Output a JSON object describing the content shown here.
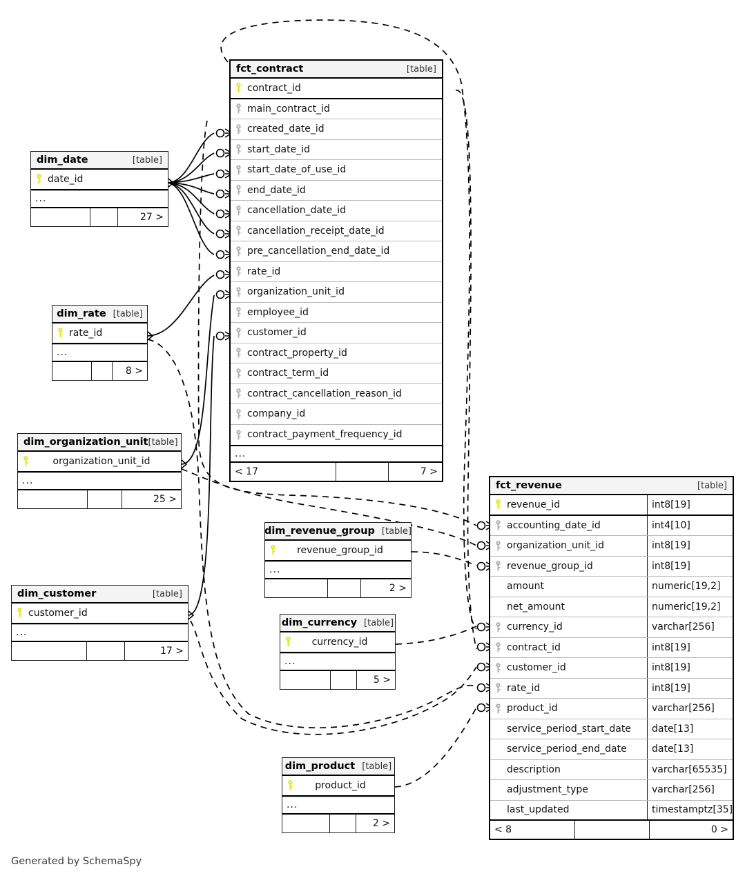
{
  "diagram": {
    "credit": "Generated by SchemaSpy",
    "table_tag": "[table]",
    "ellipsis": "...",
    "colors": {
      "primary_key": "#e8e312",
      "foreign_key": "#b0b0b0",
      "header_background": "#f4f4f4",
      "border": "#000000",
      "page_background": "#ffffff"
    }
  },
  "tables": {
    "fct_contract": {
      "name": "fct_contract",
      "tag": "[table]",
      "columns": [
        {
          "name": "contract_id",
          "key": "primary"
        },
        {
          "name": "main_contract_id",
          "key": "foreign"
        },
        {
          "name": "created_date_id",
          "key": "foreign"
        },
        {
          "name": "start_date_id",
          "key": "foreign"
        },
        {
          "name": "start_date_of_use_id",
          "key": "foreign"
        },
        {
          "name": "end_date_id",
          "key": "foreign"
        },
        {
          "name": "cancellation_date_id",
          "key": "foreign"
        },
        {
          "name": "cancellation_receipt_date_id",
          "key": "foreign"
        },
        {
          "name": "pre_cancellation_end_date_id",
          "key": "foreign"
        },
        {
          "name": "rate_id",
          "key": "foreign"
        },
        {
          "name": "organization_unit_id",
          "key": "foreign"
        },
        {
          "name": "employee_id",
          "key": "foreign"
        },
        {
          "name": "customer_id",
          "key": "foreign"
        },
        {
          "name": "contract_property_id",
          "key": "foreign"
        },
        {
          "name": "contract_term_id",
          "key": "foreign"
        },
        {
          "name": "contract_cancellation_reason_id",
          "key": "foreign"
        },
        {
          "name": "company_id",
          "key": "foreign"
        },
        {
          "name": "contract_payment_frequency_id",
          "key": "foreign"
        }
      ],
      "more": "...",
      "footer": {
        "left": "< 17",
        "middle": "",
        "right": "7 >"
      }
    },
    "fct_revenue": {
      "name": "fct_revenue",
      "tag": "[table]",
      "columns": [
        {
          "name": "revenue_id",
          "type": "int8[19]",
          "key": "primary"
        },
        {
          "name": "accounting_date_id",
          "type": "int4[10]",
          "key": "foreign"
        },
        {
          "name": "organization_unit_id",
          "type": "int8[19]",
          "key": "foreign"
        },
        {
          "name": "revenue_group_id",
          "type": "int8[19]",
          "key": "foreign"
        },
        {
          "name": "amount",
          "type": "numeric[19,2]",
          "key": "none"
        },
        {
          "name": "net_amount",
          "type": "numeric[19,2]",
          "key": "none"
        },
        {
          "name": "currency_id",
          "type": "varchar[256]",
          "key": "foreign"
        },
        {
          "name": "contract_id",
          "type": "int8[19]",
          "key": "foreign"
        },
        {
          "name": "customer_id",
          "type": "int8[19]",
          "key": "foreign"
        },
        {
          "name": "rate_id",
          "type": "int8[19]",
          "key": "foreign"
        },
        {
          "name": "product_id",
          "type": "varchar[256]",
          "key": "foreign"
        },
        {
          "name": "service_period_start_date",
          "type": "date[13]",
          "key": "none"
        },
        {
          "name": "service_period_end_date",
          "type": "date[13]",
          "key": "none"
        },
        {
          "name": "description",
          "type": "varchar[65535]",
          "key": "none"
        },
        {
          "name": "adjustment_type",
          "type": "varchar[256]",
          "key": "none"
        },
        {
          "name": "last_updated",
          "type": "timestamptz[35]",
          "key": "none"
        }
      ],
      "footer": {
        "left": "< 8",
        "middle": "",
        "right": "0 >"
      }
    },
    "dim_date": {
      "name": "dim_date",
      "tag": "[table]",
      "columns": [
        {
          "name": "date_id",
          "key": "primary"
        }
      ],
      "more": "...",
      "footer": {
        "left": "",
        "middle": "",
        "right": "27 >"
      }
    },
    "dim_rate": {
      "name": "dim_rate",
      "tag": "[table]",
      "columns": [
        {
          "name": "rate_id",
          "key": "primary"
        }
      ],
      "more": "...",
      "footer": {
        "left": "",
        "middle": "",
        "right": "8 >"
      }
    },
    "dim_organization_unit": {
      "name": "dim_organization_unit",
      "tag": "[table]",
      "columns": [
        {
          "name": "organization_unit_id",
          "key": "primary"
        }
      ],
      "more": "...",
      "footer": {
        "left": "",
        "middle": "",
        "right": "25 >"
      }
    },
    "dim_customer": {
      "name": "dim_customer",
      "tag": "[table]",
      "columns": [
        {
          "name": "customer_id",
          "key": "primary"
        }
      ],
      "more": "...",
      "footer": {
        "left": "",
        "middle": "",
        "right": "17 >"
      }
    },
    "dim_revenue_group": {
      "name": "dim_revenue_group",
      "tag": "[table]",
      "columns": [
        {
          "name": "revenue_group_id",
          "key": "primary"
        }
      ],
      "more": "...",
      "footer": {
        "left": "",
        "middle": "",
        "right": "2 >"
      }
    },
    "dim_currency": {
      "name": "dim_currency",
      "tag": "[table]",
      "columns": [
        {
          "name": "currency_id",
          "key": "primary"
        }
      ],
      "more": "...",
      "footer": {
        "left": "",
        "middle": "",
        "right": "5 >"
      }
    },
    "dim_product": {
      "name": "dim_product",
      "tag": "[table]",
      "columns": [
        {
          "name": "product_id",
          "key": "primary"
        }
      ],
      "more": "...",
      "footer": {
        "left": "",
        "middle": "",
        "right": "2 >"
      }
    }
  },
  "relationships": [
    {
      "from": "dim_date",
      "to": "fct_contract.created_date_id",
      "style": "solid"
    },
    {
      "from": "dim_date",
      "to": "fct_contract.start_date_id",
      "style": "solid"
    },
    {
      "from": "dim_date",
      "to": "fct_contract.start_date_of_use_id",
      "style": "solid"
    },
    {
      "from": "dim_date",
      "to": "fct_contract.end_date_id",
      "style": "solid"
    },
    {
      "from": "dim_date",
      "to": "fct_contract.cancellation_date_id",
      "style": "solid"
    },
    {
      "from": "dim_date",
      "to": "fct_contract.cancellation_receipt_date_id",
      "style": "solid"
    },
    {
      "from": "dim_date",
      "to": "fct_contract.pre_cancellation_end_date_id",
      "style": "solid"
    },
    {
      "from": "dim_rate",
      "to": "fct_contract.rate_id",
      "style": "solid"
    },
    {
      "from": "dim_organization_unit",
      "to": "fct_contract.organization_unit_id",
      "style": "solid"
    },
    {
      "from": "dim_customer",
      "to": "fct_contract.customer_id",
      "style": "solid"
    },
    {
      "from": "fct_contract",
      "to": "fct_revenue.contract_id",
      "style": "dashed"
    },
    {
      "from": "dim_date",
      "to": "fct_revenue.accounting_date_id",
      "style": "dashed"
    },
    {
      "from": "dim_organization_unit",
      "to": "fct_revenue.organization_unit_id",
      "style": "dashed"
    },
    {
      "from": "dim_revenue_group",
      "to": "fct_revenue.revenue_group_id",
      "style": "dashed"
    },
    {
      "from": "dim_currency",
      "to": "fct_revenue.currency_id",
      "style": "dashed"
    },
    {
      "from": "dim_customer",
      "to": "fct_revenue.customer_id",
      "style": "dashed"
    },
    {
      "from": "dim_rate",
      "to": "fct_revenue.rate_id",
      "style": "dashed"
    },
    {
      "from": "dim_product",
      "to": "fct_revenue.product_id",
      "style": "dashed"
    }
  ]
}
